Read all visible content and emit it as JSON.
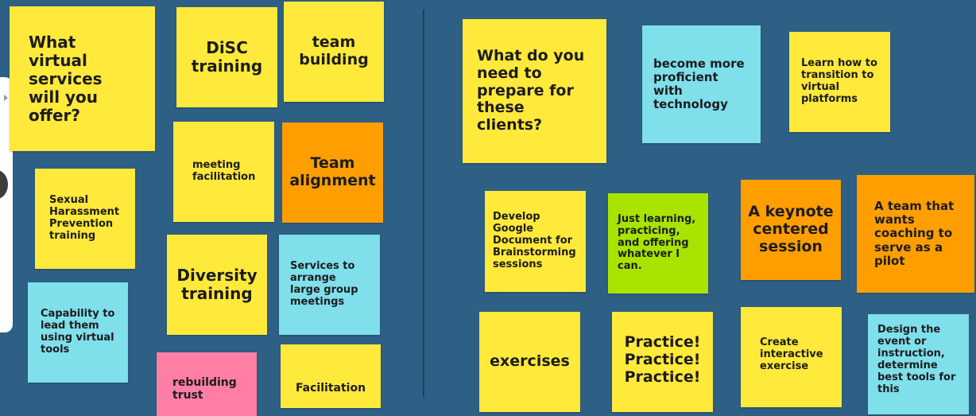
{
  "board": {
    "left_notes": [
      {
        "text": "What virtual services will you offer?"
      },
      {
        "text": "DiSC training"
      },
      {
        "text": "team building"
      },
      {
        "text": "meeting facilitation"
      },
      {
        "text": "Team alignment"
      },
      {
        "text": "Sexual Harassment Prevention training"
      },
      {
        "text": "Diversity training"
      },
      {
        "text": "Services to arrange large group meetings"
      },
      {
        "text": "Capability to lead them using virtual tools"
      },
      {
        "text": "rebuilding trust"
      },
      {
        "text": "Facilitation"
      }
    ],
    "right_notes": [
      {
        "text": "What do you need to prepare for these clients?"
      },
      {
        "text": "become more proficient with technology"
      },
      {
        "text": "Learn how to transition to virtual platforms"
      },
      {
        "text": "Develop Google Document for Brainstorming sessions"
      },
      {
        "text": "Just learning, practicing, and offering whatever I can."
      },
      {
        "text": "A keynote centered session"
      },
      {
        "text": "A team that wants coaching to serve as a pilot"
      },
      {
        "text": "exercises"
      },
      {
        "text": "Practice! Practice! Practice!"
      },
      {
        "text": "Create interactive exercise"
      },
      {
        "text": "Design the event or instruction, determine best tools  for this"
      }
    ]
  }
}
